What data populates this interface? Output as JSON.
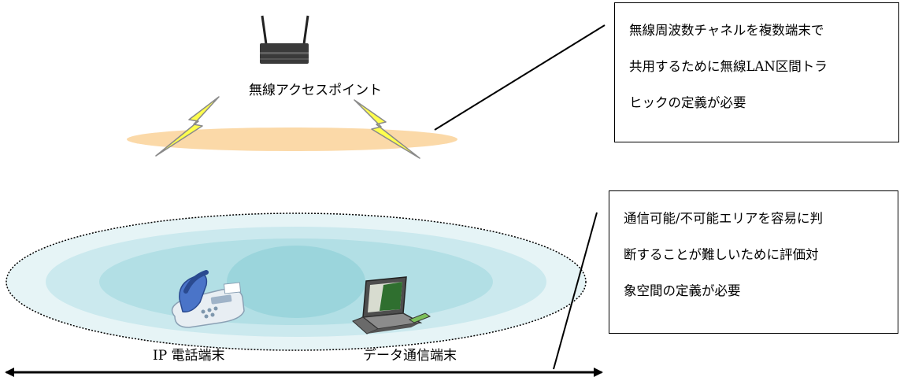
{
  "access_point": {
    "label": "無線アクセスポイント"
  },
  "callouts": [
    {
      "lines": [
        "無線周波数チャネルを複数端末で",
        "共用するために無線LAN区間トラ",
        "ヒックの定義が必要"
      ]
    },
    {
      "lines": [
        "通信可能/不可能エリアを容易に判",
        "断することが難しいために評価対",
        "象空間の定義が必要"
      ]
    }
  ],
  "terminals": {
    "ip_phone": "IP 電話端末",
    "data_terminal": "データ通信端末"
  },
  "colors": {
    "wireless_zone": "#fbd9a8",
    "coverage_outer": "#e6f4f6",
    "coverage_mid": "#cbe9ee",
    "coverage_inner": "#b2dfe5",
    "coverage_core": "#9bd5dc",
    "lightning": "#ffff4d",
    "router": "#3a3a3a"
  },
  "icons": [
    "router-icon",
    "lightning-icon",
    "ip-phone-icon",
    "laptop-icon",
    "double-arrow-icon"
  ]
}
